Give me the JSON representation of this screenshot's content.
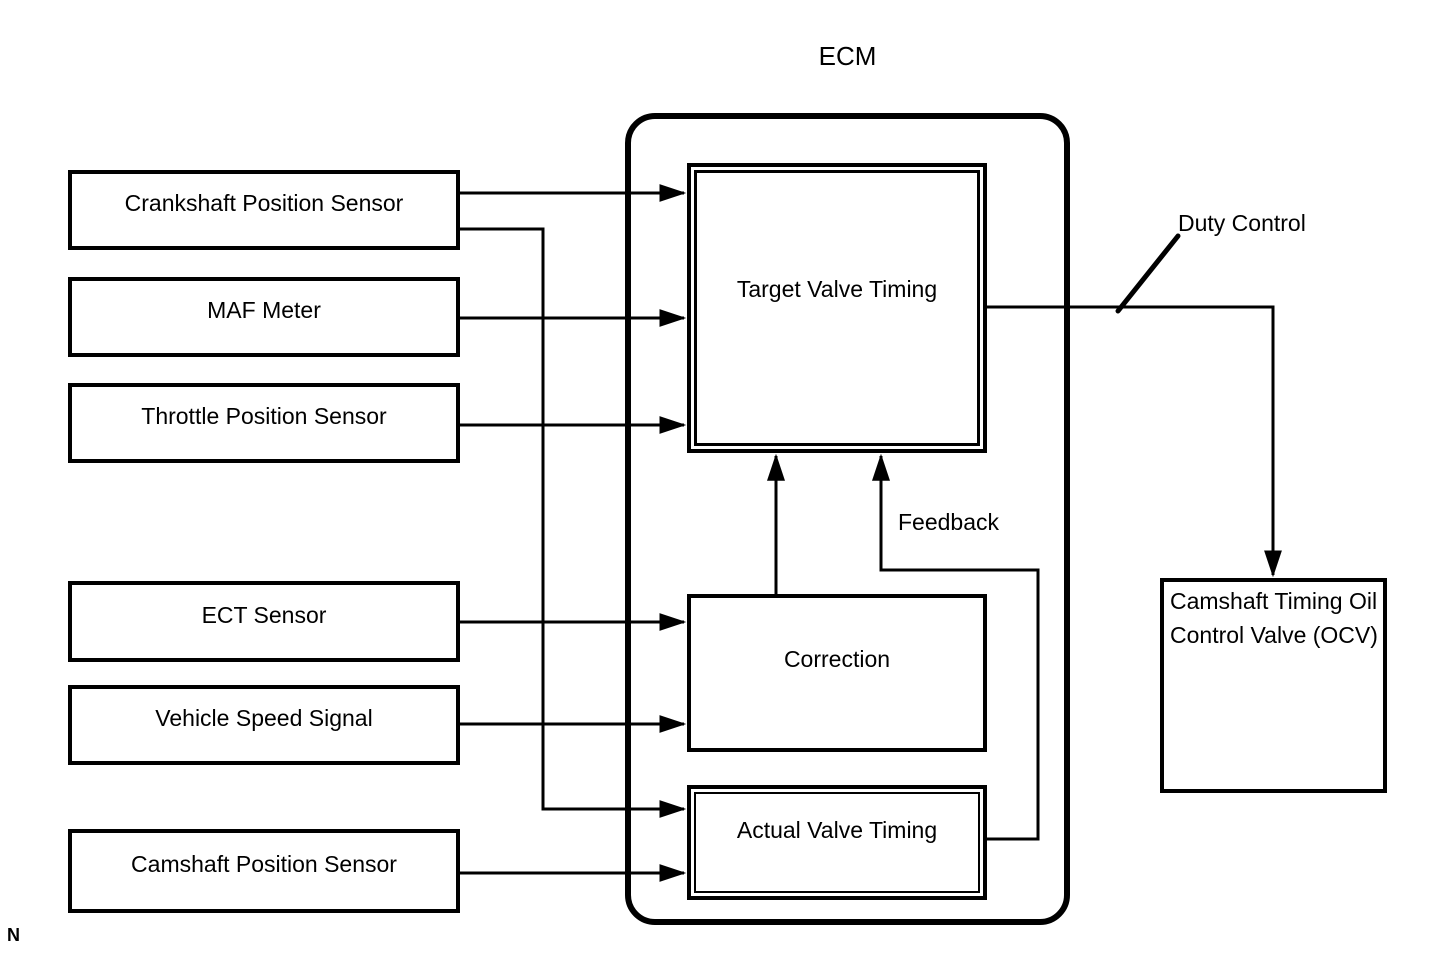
{
  "diagram": {
    "ecm_title": "ECM",
    "page_mark": "N",
    "sensors": [
      {
        "label": "Crankshaft Position Sensor"
      },
      {
        "label": "MAF Meter"
      },
      {
        "label": "Throttle Position Sensor"
      },
      {
        "label": "ECT Sensor"
      },
      {
        "label": "Vehicle Speed Signal"
      },
      {
        "label": "Camshaft Position Sensor"
      }
    ],
    "ecm_blocks": {
      "target_valve_timing": "Target Valve Timing",
      "correction": "Correction",
      "actual_valve_timing": "Actual Valve Timing"
    },
    "actuator": {
      "label": "Camshaft Timing Oil Control Valve (OCV)"
    },
    "annotations": {
      "duty_control": "Duty Control",
      "feedback": "Feedback"
    },
    "colors": {
      "line": "#000000",
      "background": "#ffffff"
    }
  }
}
